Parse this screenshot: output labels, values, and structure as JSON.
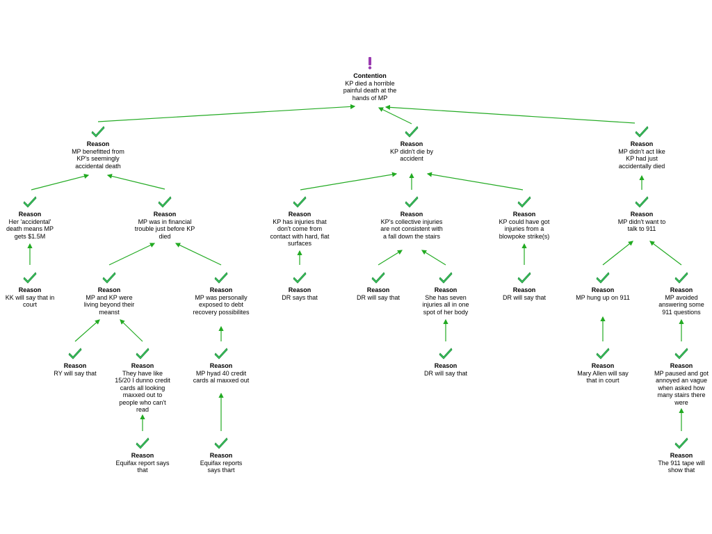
{
  "colors": {
    "edge": "#22aa22",
    "check": "#3cc860",
    "contention_icon": "#9a3ab0"
  },
  "nodes": [
    {
      "id": "n0",
      "type": "Contention",
      "icon": "exclamation-icon",
      "text": "KP died a horrible painful death at the hands of MP"
    },
    {
      "id": "n1",
      "type": "Reason",
      "icon": "check-icon",
      "text": "MP benefitted from KP's seemingly accidental death"
    },
    {
      "id": "n2",
      "type": "Reason",
      "icon": "check-icon",
      "text": "KP didn't die by accident"
    },
    {
      "id": "n3",
      "type": "Reason",
      "icon": "check-icon",
      "text": "MP didn't act like KP had just accidentally died"
    },
    {
      "id": "n4",
      "type": "Reason",
      "icon": "check-icon",
      "text": "Her 'accidental' death means MP gets $1.5M"
    },
    {
      "id": "n5",
      "type": "Reason",
      "icon": "check-icon",
      "text": "MP was in financial trouble just before KP died"
    },
    {
      "id": "n6",
      "type": "Reason",
      "icon": "check-icon",
      "text": "KP has injuries that don't come from contact with hard, flat surfaces"
    },
    {
      "id": "n7",
      "type": "Reason",
      "icon": "check-icon",
      "text": "KP's collective injuries are not consistent with a fall down the stairs"
    },
    {
      "id": "n8",
      "type": "Reason",
      "icon": "check-icon",
      "text": "KP could have got injuries from a blowpoke strike(s)"
    },
    {
      "id": "n9",
      "type": "Reason",
      "icon": "check-icon",
      "text": "MP didn't want to talk to 911"
    },
    {
      "id": "n10",
      "type": "Reason",
      "icon": "check-icon",
      "text": "KK will say that in court"
    },
    {
      "id": "n11",
      "type": "Reason",
      "icon": "check-icon",
      "text": "MP and KP were living beyond their meanst"
    },
    {
      "id": "n12",
      "type": "Reason",
      "icon": "check-icon",
      "text": "MP was personally exposed to debt recovery possibilites"
    },
    {
      "id": "n13",
      "type": "Reason",
      "icon": "check-icon",
      "text": "DR says that"
    },
    {
      "id": "n14",
      "type": "Reason",
      "icon": "check-icon",
      "text": "DR will say that"
    },
    {
      "id": "n15",
      "type": "Reason",
      "icon": "check-icon",
      "text": "She has seven injuries all in one spot of her body"
    },
    {
      "id": "n16",
      "type": "Reason",
      "icon": "check-icon",
      "text": "DR will say that"
    },
    {
      "id": "n17",
      "type": "Reason",
      "icon": "check-icon",
      "text": "MP hung up on 911"
    },
    {
      "id": "n18",
      "type": "Reason",
      "icon": "check-icon",
      "text": "MP avoided answering some 911 questions"
    },
    {
      "id": "n19",
      "type": "Reason",
      "icon": "check-icon",
      "text": "RY will say that"
    },
    {
      "id": "n20",
      "type": "Reason",
      "icon": "check-icon",
      "text": "They have like 15/20 I dunno credit cards all looking maxxed out to people who can't read"
    },
    {
      "id": "n21",
      "type": "Reason",
      "icon": "check-icon",
      "text": "MP hyad 40 credit cards al maxxed out"
    },
    {
      "id": "n22",
      "type": "Reason",
      "icon": "check-icon",
      "text": "DR will say that"
    },
    {
      "id": "n23",
      "type": "Reason",
      "icon": "check-icon",
      "text": "Mary Allen will say that in court"
    },
    {
      "id": "n24",
      "type": "Reason",
      "icon": "check-icon",
      "text": "MP paused and got annoyed an vague when asked how many stairs there were"
    },
    {
      "id": "n25",
      "type": "Reason",
      "icon": "check-icon",
      "text": "Equifax report says that"
    },
    {
      "id": "n26",
      "type": "Reason",
      "icon": "check-icon",
      "text": "Equifax reports says thart"
    },
    {
      "id": "n27",
      "type": "Reason",
      "icon": "check-icon",
      "text": "The 911 tape will show that"
    }
  ],
  "edges": [
    [
      "n1",
      "n0"
    ],
    [
      "n2",
      "n0"
    ],
    [
      "n3",
      "n0"
    ],
    [
      "n4",
      "n1"
    ],
    [
      "n5",
      "n1"
    ],
    [
      "n6",
      "n2"
    ],
    [
      "n7",
      "n2"
    ],
    [
      "n8",
      "n2"
    ],
    [
      "n9",
      "n3"
    ],
    [
      "n10",
      "n4"
    ],
    [
      "n11",
      "n5"
    ],
    [
      "n12",
      "n5"
    ],
    [
      "n13",
      "n6"
    ],
    [
      "n14",
      "n7"
    ],
    [
      "n15",
      "n7"
    ],
    [
      "n16",
      "n8"
    ],
    [
      "n17",
      "n9"
    ],
    [
      "n18",
      "n9"
    ],
    [
      "n19",
      "n11"
    ],
    [
      "n20",
      "n11"
    ],
    [
      "n21",
      "n12"
    ],
    [
      "n22",
      "n15"
    ],
    [
      "n23",
      "n17"
    ],
    [
      "n24",
      "n18"
    ],
    [
      "n25",
      "n20"
    ],
    [
      "n26",
      "n21"
    ],
    [
      "n27",
      "n24"
    ]
  ]
}
